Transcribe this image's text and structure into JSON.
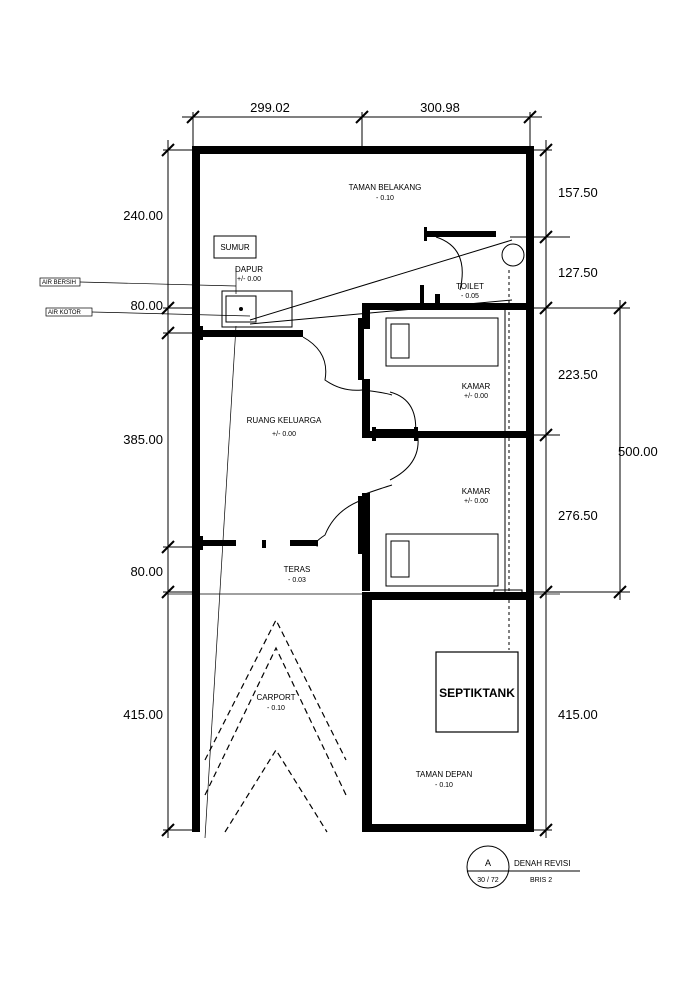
{
  "dimensions": {
    "top": [
      "299.02",
      "300.98"
    ],
    "left": [
      "240.00",
      "80.00",
      "385.00",
      "80.00",
      "415.00"
    ],
    "right": [
      "157.50",
      "127.50",
      "223.50",
      "276.50",
      "415.00"
    ],
    "right_total": "500.00"
  },
  "rooms": {
    "taman_belakang": {
      "name": "TAMAN BELAKANG",
      "level": "- 0.10"
    },
    "sumur": {
      "name": "SUMUR"
    },
    "dapur": {
      "name": "DAPUR",
      "level": "+/- 0.00"
    },
    "toilet": {
      "name": "TOILET",
      "level": "- 0.05"
    },
    "kamar1": {
      "name": "KAMAR",
      "level": "+/- 0.00"
    },
    "ruang_keluarga": {
      "name": "RUANG KELUARGA",
      "level": "+/- 0.00"
    },
    "kamar2": {
      "name": "KAMAR",
      "level": "+/- 0.00"
    },
    "teras": {
      "name": "TERAS",
      "level": "- 0.03"
    },
    "carport": {
      "name": "CARPORT",
      "level": "- 0.10"
    },
    "septiktank": {
      "name": "SEPTIKTANK"
    },
    "taman_depan": {
      "name": "TAMAN DEPAN",
      "level": "- 0.10"
    }
  },
  "pipes": {
    "air_bersih": "AIR BERSIH",
    "air_kotor": "AIR KOTOR"
  },
  "title_block": {
    "symbol": "A",
    "sheet": "30 / 72",
    "title": "DENAH REVISI",
    "subtitle": "BRIS 2"
  }
}
